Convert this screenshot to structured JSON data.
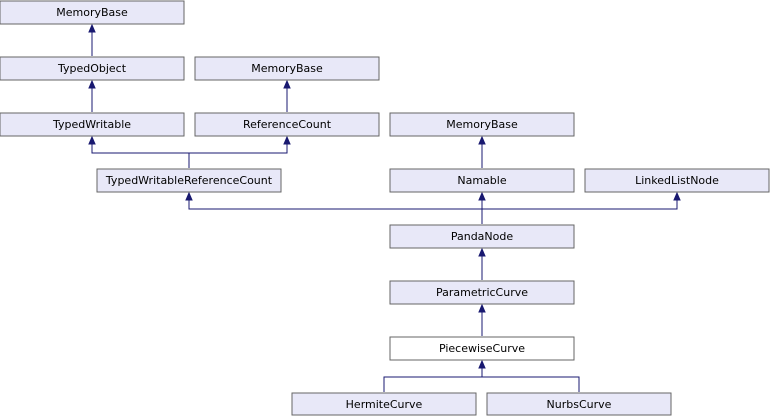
{
  "colors": {
    "node_fill": "#e8e8f8",
    "current_fill": "#ffffff",
    "current_stroke": "#000000",
    "edge": "#191970"
  },
  "nodes": {
    "memorybase_1": "MemoryBase",
    "typedobject": "TypedObject",
    "memorybase_2": "MemoryBase",
    "typedwritable": "TypedWritable",
    "referencecount": "ReferenceCount",
    "memorybase_3": "MemoryBase",
    "typedwritablereferencecount": "TypedWritableReferenceCount",
    "namable": "Namable",
    "linkedlistnode": "LinkedListNode",
    "pandanode": "PandaNode",
    "parametriccurve": "ParametricCurve",
    "piecewisecurve": "PiecewiseCurve",
    "hermitecurve": "HermiteCurve",
    "nurbscurve": "NurbsCurve"
  }
}
